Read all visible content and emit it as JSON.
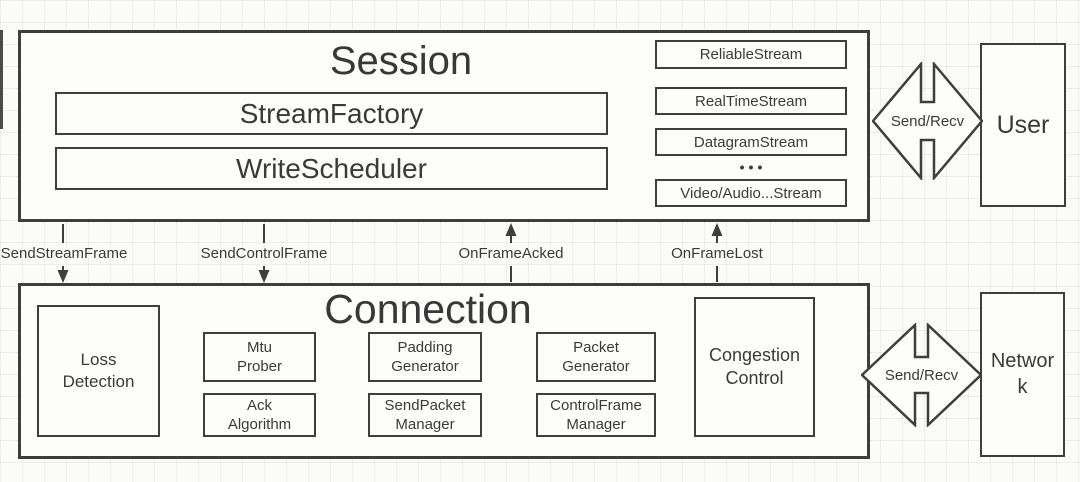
{
  "colors": {
    "line": "#3e3e3e",
    "text": "#3a3a3a",
    "box_fill": "#fdfdfc",
    "background": "#fbfbf9"
  },
  "session": {
    "title": "Session",
    "stream_factory": "StreamFactory",
    "write_scheduler": "WriteScheduler",
    "streams": [
      "ReliableStream",
      "RealTimeStream",
      "DatagramStream",
      "Video/Audio...Stream"
    ],
    "ellipsis": "•••"
  },
  "interface_labels": {
    "send_stream_frame": "SendStreamFrame",
    "send_control_frame": "SendControlFrame",
    "on_frame_acked": "OnFrameAcked",
    "on_frame_lost": "OnFrameLost"
  },
  "connection": {
    "title": "Connection",
    "loss_detection": "Loss\nDetection",
    "mtu_prober": "Mtu\nProber",
    "ack_algorithm": "Ack\nAlgorithm",
    "padding_generator": "Padding\nGenerator",
    "sendpacket_manager": "SendPacket\nManager",
    "packet_generator": "Packet\nGenerator",
    "controlframe_manager": "ControlFrame\nManager",
    "congestion_control": "Congestion\nControl"
  },
  "endpoints": {
    "user": "User",
    "network": "Networ\nk"
  },
  "arrows": {
    "send_recv_top": "Send/Recv",
    "send_recv_bottom": "Send/Recv"
  }
}
